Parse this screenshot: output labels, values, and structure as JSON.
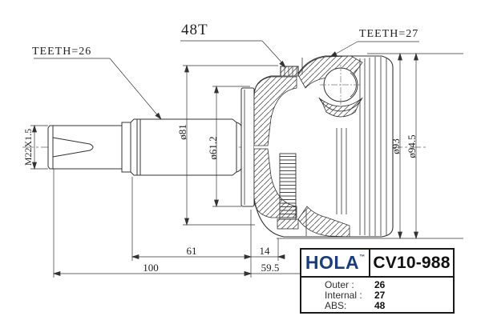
{
  "drawing": {
    "callouts": {
      "teeth_left": "TEETH=26",
      "abs_ring": "48T",
      "teeth_right": "TEETH=27"
    },
    "dims": {
      "thread": "M22X1.5",
      "dia_81": "ø81",
      "dia_61_2": "ø61.2",
      "dia_93": "ø93",
      "dia_94_5": "ø94.5",
      "len_61": "61",
      "len_14": "14",
      "len_100": "100",
      "len_59_5": "59.5"
    }
  },
  "plate": {
    "brand": "HOLA",
    "trademark": "™",
    "part_number": "CV10-988",
    "specs": [
      {
        "label": "Outer :",
        "value": "26"
      },
      {
        "label": "Internal :",
        "value": "27"
      },
      {
        "label": "ABS:",
        "value": "48"
      }
    ]
  },
  "colors": {
    "brand_blue": "#1c3e78",
    "line": "#333333"
  }
}
